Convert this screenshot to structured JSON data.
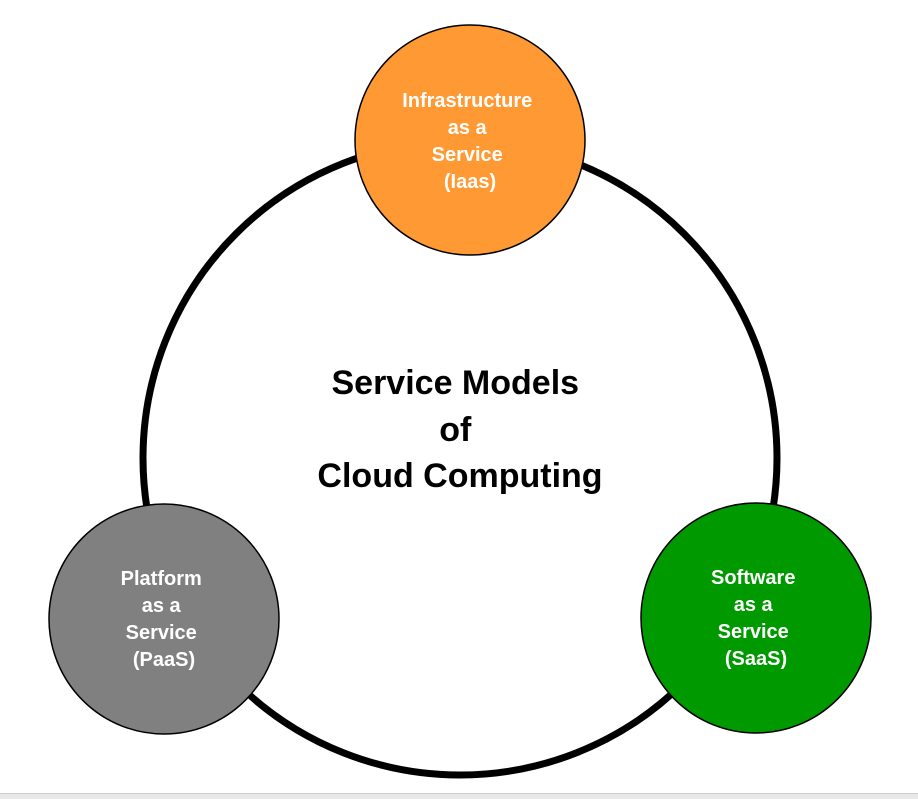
{
  "title": {
    "lines": [
      "Service Models",
      "of",
      "Cloud Computing"
    ]
  },
  "colors": {
    "ring": "#000000",
    "title_text": "#000000",
    "node_text": "#ffffff",
    "node_stroke": "#000000"
  },
  "nodes": [
    {
      "id": "iaas",
      "lines": [
        "Infrastructure",
        "as a",
        "Service",
        "(Iaas)"
      ],
      "fill": "#ff9933"
    },
    {
      "id": "paas",
      "lines": [
        "Platform",
        "as a",
        "Service",
        "(PaaS)"
      ],
      "fill": "#808080"
    },
    {
      "id": "saas",
      "lines": [
        "Software",
        "as a",
        "Service",
        "(SaaS)"
      ],
      "fill": "#009900"
    }
  ]
}
